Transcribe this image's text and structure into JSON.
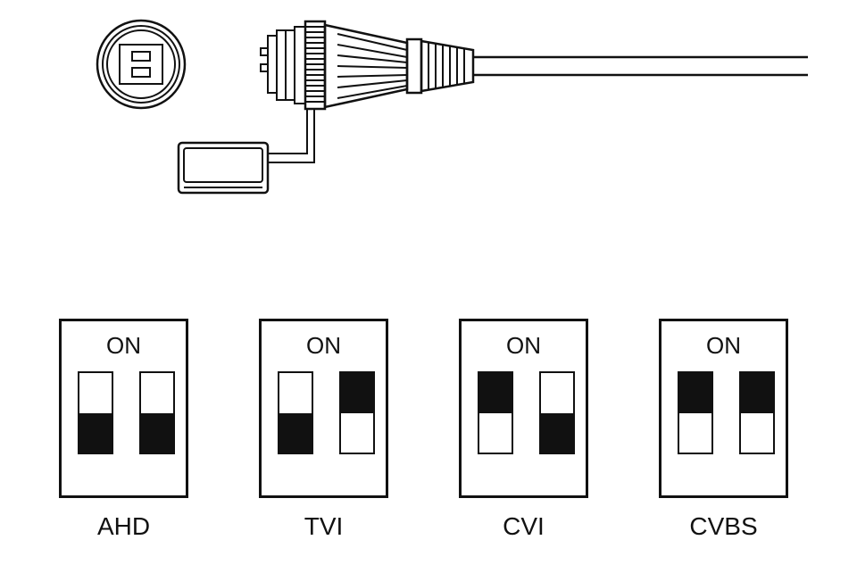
{
  "switch_on_label": "ON",
  "modes": [
    {
      "name": "AHD",
      "switches": [
        "off",
        "off"
      ]
    },
    {
      "name": "TVI",
      "switches": [
        "off",
        "on"
      ]
    },
    {
      "name": "CVI",
      "switches": [
        "on",
        "off"
      ]
    },
    {
      "name": "CVBS",
      "switches": [
        "on",
        "on"
      ]
    }
  ]
}
